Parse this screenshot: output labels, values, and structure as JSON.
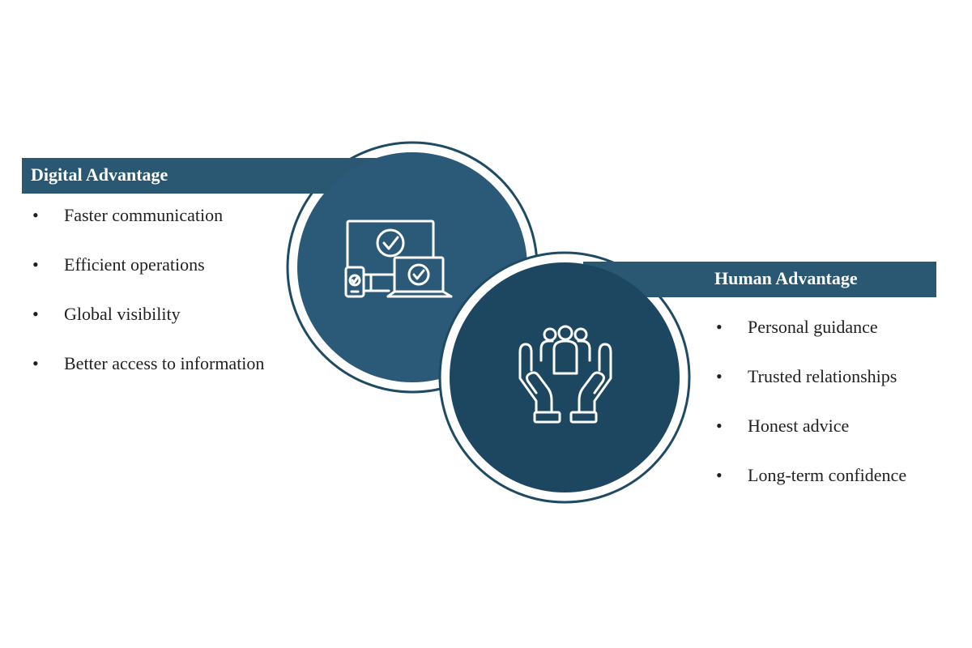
{
  "colors": {
    "banner": "#2a5772",
    "circle_left": "#2b5a78",
    "circle_right": "#1d4761",
    "ring": "#1f4a64",
    "text": "#1f1f1f",
    "icon_stroke": "#ffffff"
  },
  "digital": {
    "title": "Digital Advantage",
    "icon": "devices-check-icon",
    "bullet": "•",
    "items": [
      "Faster communication",
      "Efficient operations",
      "Global visibility",
      "Better access to information"
    ]
  },
  "human": {
    "title": "Human Advantage",
    "icon": "hands-people-icon",
    "bullet": "•",
    "items": [
      "Personal guidance",
      "Trusted relationships",
      "Honest advice",
      "Long-term confidence"
    ]
  }
}
